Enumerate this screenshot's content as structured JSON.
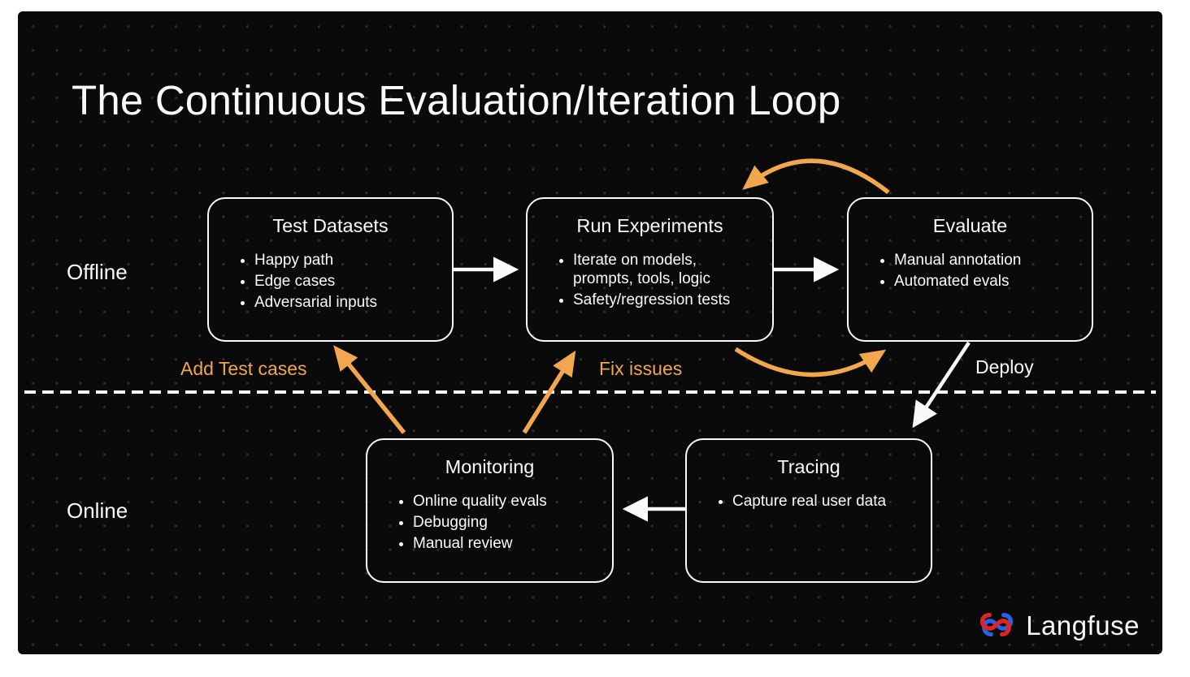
{
  "title": "The Continuous Evaluation/Iteration Loop",
  "sections": {
    "offline_label": "Offline",
    "online_label": "Online"
  },
  "boxes": {
    "test_datasets": {
      "title": "Test Datasets",
      "bullets": [
        "Happy path",
        "Edge cases",
        "Adversarial inputs"
      ]
    },
    "run_experiments": {
      "title": "Run Experiments",
      "bullets": [
        "Iterate on models, prompts, tools, logic",
        "Safety/regression tests"
      ]
    },
    "evaluate": {
      "title": "Evaluate",
      "bullets": [
        "Manual annotation",
        "Automated evals"
      ]
    },
    "monitoring": {
      "title": "Monitoring",
      "bullets": [
        "Online quality evals",
        "Debugging",
        "Manual review"
      ]
    },
    "tracing": {
      "title": "Tracing",
      "bullets": [
        "Capture real user data"
      ]
    }
  },
  "edge_labels": {
    "add_test_cases": "Add Test cases",
    "fix_issues": "Fix issues",
    "deploy": "Deploy"
  },
  "logo": {
    "text": "Langfuse",
    "icon": "langfuse-knot-icon"
  },
  "colors": {
    "accent-orange": "#F2A64E",
    "slide-bg": "#0A0A0A",
    "text-white": "#FAFAFA",
    "logo-red": "#E02424",
    "logo-blue": "#2563EB",
    "dot-grid": "#303030"
  }
}
